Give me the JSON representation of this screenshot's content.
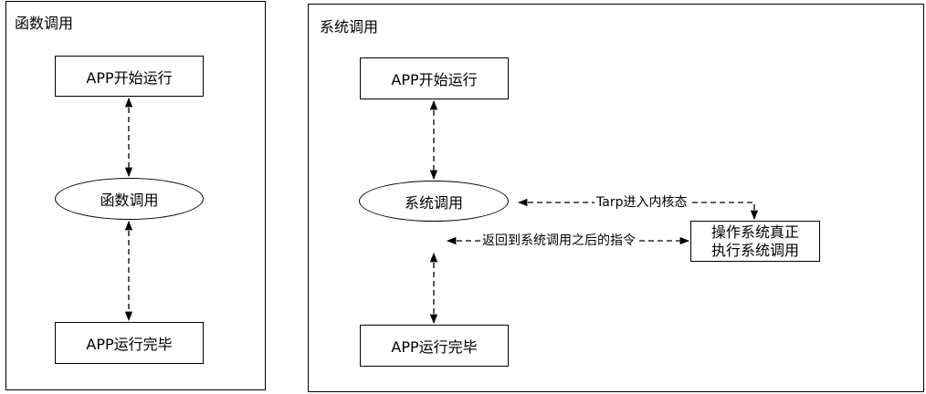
{
  "left_panel": {
    "title": "函数调用",
    "start_node": "APP开始运行",
    "call_node": "函数调用",
    "end_node": "APP运行完毕"
  },
  "right_panel": {
    "title": "系统调用",
    "start_node": "APP开始运行",
    "call_node": "系统调用",
    "os_node_line1": "操作系统真正",
    "os_node_line2": "执行系统调用",
    "end_node": "APP运行完毕",
    "trap_label": "Tarp进入内核态",
    "return_label": "返回到系统调用之后的指令"
  }
}
